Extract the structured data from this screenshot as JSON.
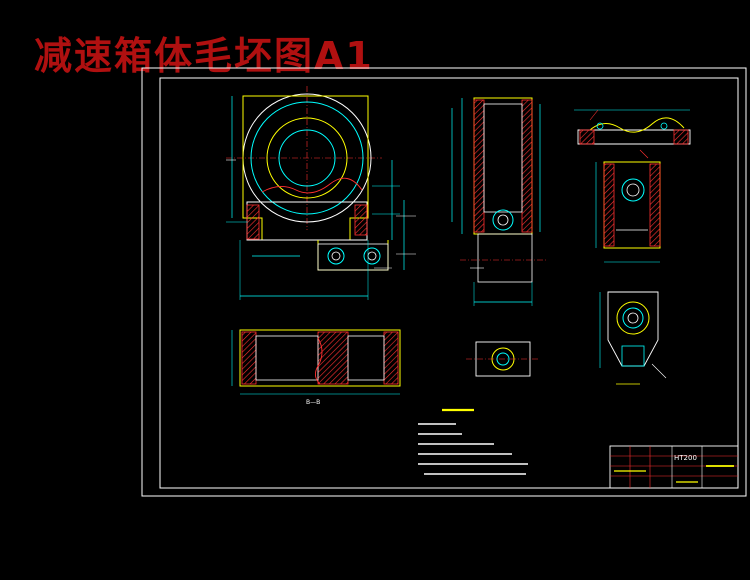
{
  "title": "减速箱体毛坯图A1",
  "section_label": "B—B",
  "title_block": {
    "part_code": "HT200"
  },
  "colors": {
    "background": "#000000",
    "title": "#b01010",
    "outline": "#ffffff",
    "profile": "#ffff00",
    "dimension": "#00ffff",
    "section_hatch": "#ff3030",
    "leader": "#ff3030"
  }
}
